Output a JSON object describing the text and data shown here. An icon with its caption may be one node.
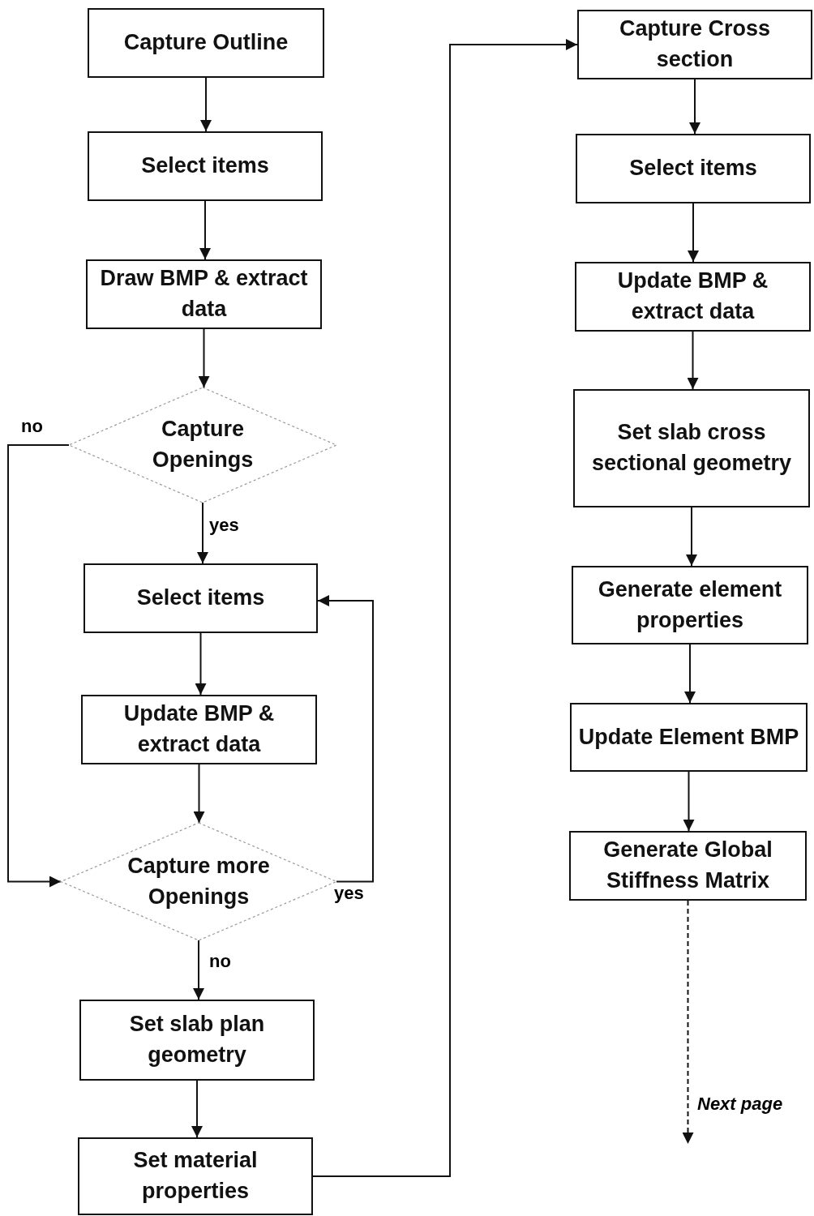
{
  "diagram": {
    "nodes": [
      {
        "text": [
          "Capture Outline"
        ]
      },
      {
        "text": [
          "Select items"
        ]
      },
      {
        "text": [
          "Draw BMP & extract data"
        ]
      },
      {
        "text": [
          "Capture Openings"
        ]
      },
      {
        "text": [
          "Select items"
        ]
      },
      {
        "text": [
          "Update BMP & extract data"
        ]
      },
      {
        "text": [
          "Capture more Openings"
        ]
      },
      {
        "text": [
          "Set slab plan geometry"
        ]
      },
      {
        "text": [
          "Set material properties"
        ]
      },
      {
        "text": [
          "Capture Cross section"
        ]
      },
      {
        "text": [
          "Select items"
        ]
      },
      {
        "text": [
          "Update BMP & extract data"
        ]
      },
      {
        "text": [
          "Set slab cross sectional geometry"
        ]
      },
      {
        "text": [
          "Generate element properties"
        ]
      },
      {
        "text": [
          "Update Element BMP"
        ]
      },
      {
        "text": [
          "Generate Global Stiffness Matrix"
        ]
      }
    ],
    "edges": [
      {
        "from": 0,
        "to": 1,
        "arrow": "to"
      },
      {
        "from": 1,
        "to": 2,
        "arrow": "to"
      },
      {
        "from": 2,
        "to": 3,
        "arrow": "to"
      },
      {
        "from": 3,
        "to": 4,
        "arrow": "to",
        "label": "yes"
      },
      {
        "from": 4,
        "to": 5,
        "arrow": "to"
      },
      {
        "from": 5,
        "to": 6,
        "arrow": "to"
      },
      {
        "from": 6,
        "to": 4,
        "arrow": "to",
        "label": "yes"
      },
      {
        "from": 3,
        "to": 6,
        "arrow": "to",
        "label": "no"
      },
      {
        "from": 6,
        "to": 7,
        "arrow": "to",
        "label": "no"
      },
      {
        "from": 7,
        "to": 8,
        "arrow": "to"
      },
      {
        "from": 8,
        "to": 9,
        "arrow": "to"
      },
      {
        "from": 9,
        "to": 10,
        "arrow": "to"
      },
      {
        "from": 10,
        "to": 11,
        "arrow": "to"
      },
      {
        "from": 11,
        "to": 12,
        "arrow": "to"
      },
      {
        "from": 12,
        "to": 13,
        "arrow": "to"
      },
      {
        "from": 13,
        "to": 14,
        "arrow": "to"
      },
      {
        "from": 14,
        "to": 15,
        "arrow": "to"
      },
      {
        "from": 15,
        "to": null,
        "arrow": "to",
        "style": "dashed",
        "label": "Next page"
      }
    ]
  }
}
